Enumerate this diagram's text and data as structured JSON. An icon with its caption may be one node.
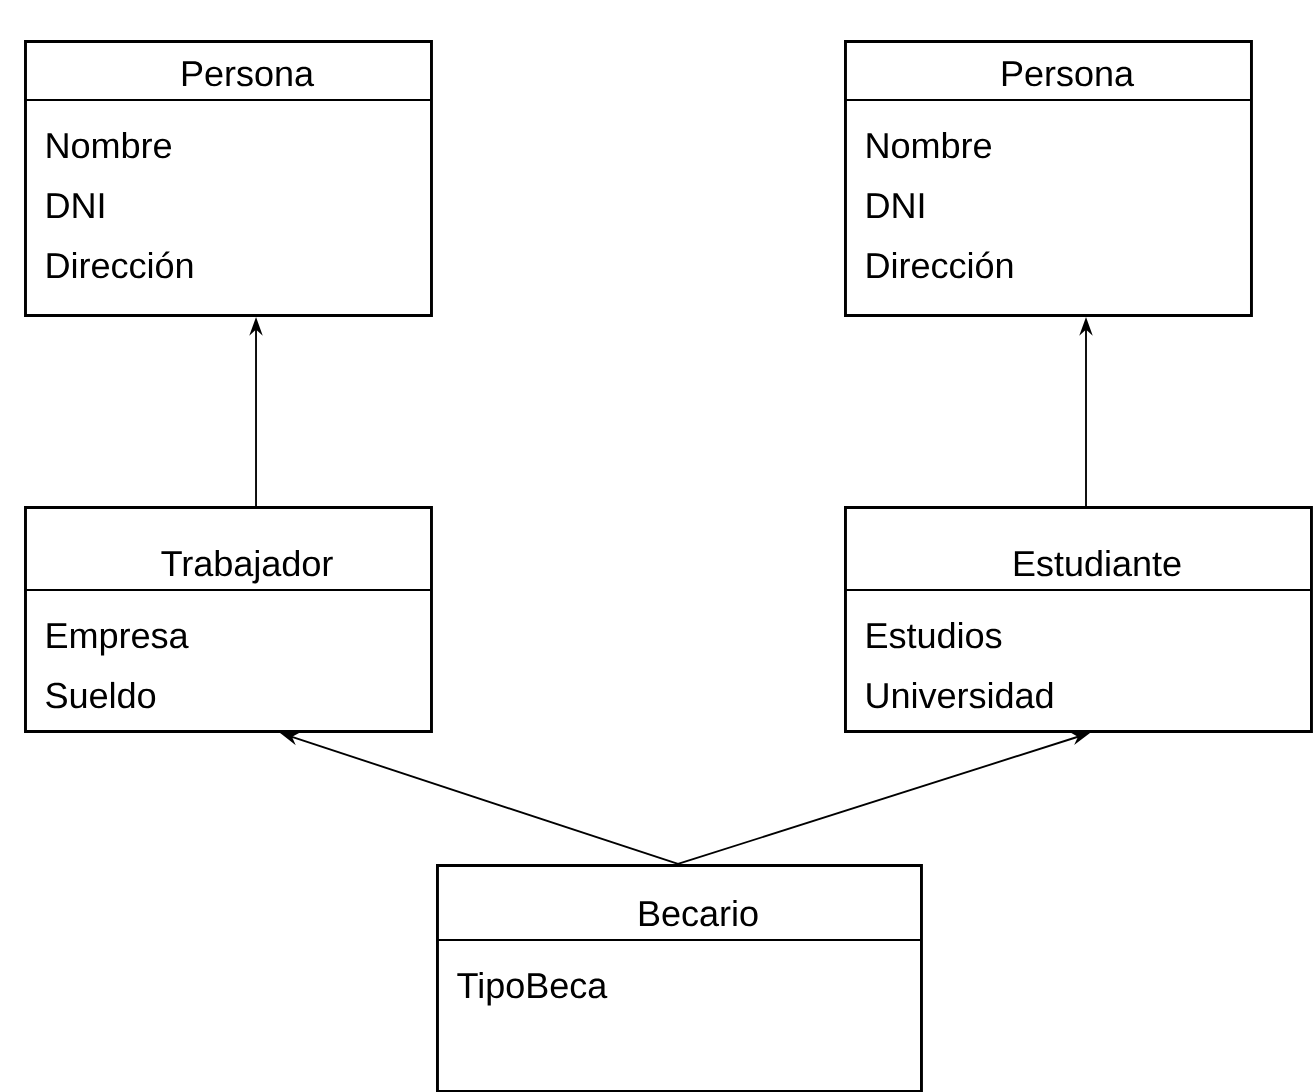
{
  "diagram": {
    "nodes": [
      {
        "text": [
          "Persona",
          "Nombre",
          "DNI",
          "Dirección"
        ]
      },
      {
        "text": [
          "Persona",
          "Nombre",
          "DNI",
          "Dirección"
        ]
      },
      {
        "text": [
          "Trabajador",
          "Empresa",
          "Sueldo"
        ]
      },
      {
        "text": [
          "Estudiante",
          "Estudios",
          "Universidad"
        ]
      },
      {
        "text": [
          "Becario",
          "TipoBeca"
        ]
      }
    ],
    "edges": [
      {
        "from": 2,
        "to": 0,
        "arrow": "to"
      },
      {
        "from": 3,
        "to": 1,
        "arrow": "to"
      },
      {
        "from": 4,
        "to": 2,
        "arrow": "to"
      },
      {
        "from": 4,
        "to": 3,
        "arrow": "to"
      }
    ]
  }
}
